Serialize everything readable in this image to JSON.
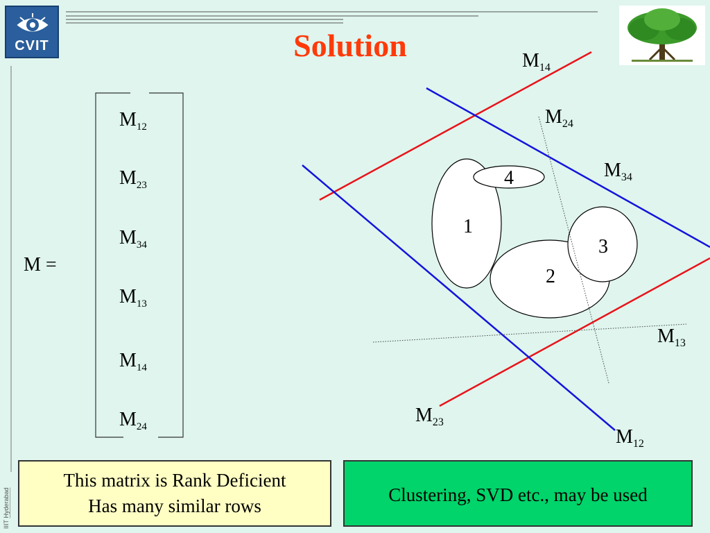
{
  "title": "Solution",
  "logo": {
    "text": "CVIT"
  },
  "equation": {
    "lhs": "M  ="
  },
  "matrix_rows": [
    {
      "base": "M",
      "sub": "12"
    },
    {
      "base": "M",
      "sub": "23"
    },
    {
      "base": "M",
      "sub": "34"
    },
    {
      "base": "M",
      "sub": "13"
    },
    {
      "base": "M",
      "sub": "14"
    },
    {
      "base": "M",
      "sub": "24"
    }
  ],
  "diagram": {
    "regions": [
      {
        "id": "1",
        "label": "1"
      },
      {
        "id": "2",
        "label": "2"
      },
      {
        "id": "3",
        "label": "3"
      },
      {
        "id": "4",
        "label": "4"
      }
    ],
    "lines": [
      {
        "id": "M14",
        "base": "M",
        "sub": "14",
        "color": "#e8141a",
        "style": "solid"
      },
      {
        "id": "M24",
        "base": "M",
        "sub": "24",
        "color": "#444444",
        "style": "dotted"
      },
      {
        "id": "M34",
        "base": "M",
        "sub": "34",
        "color": "#1414dc",
        "style": "solid"
      },
      {
        "id": "M13",
        "base": "M",
        "sub": "13",
        "color": "#444444",
        "style": "dotted"
      },
      {
        "id": "M23",
        "base": "M",
        "sub": "23",
        "color": "#e8141a",
        "style": "solid"
      },
      {
        "id": "M12",
        "base": "M",
        "sub": "12",
        "color": "#1414dc",
        "style": "solid"
      }
    ]
  },
  "notes": {
    "left_line1": "This matrix is Rank Deficient",
    "left_line2": "Has many similar rows",
    "right": "Clustering, SVD etc., may be used"
  },
  "footer": {
    "prefix": "IIIT",
    "name": "Hyderabad"
  },
  "colors": {
    "background": "#dff5ee",
    "title": "#ff3a0a",
    "note_left": "#ffffc4",
    "note_right": "#00d46a"
  }
}
